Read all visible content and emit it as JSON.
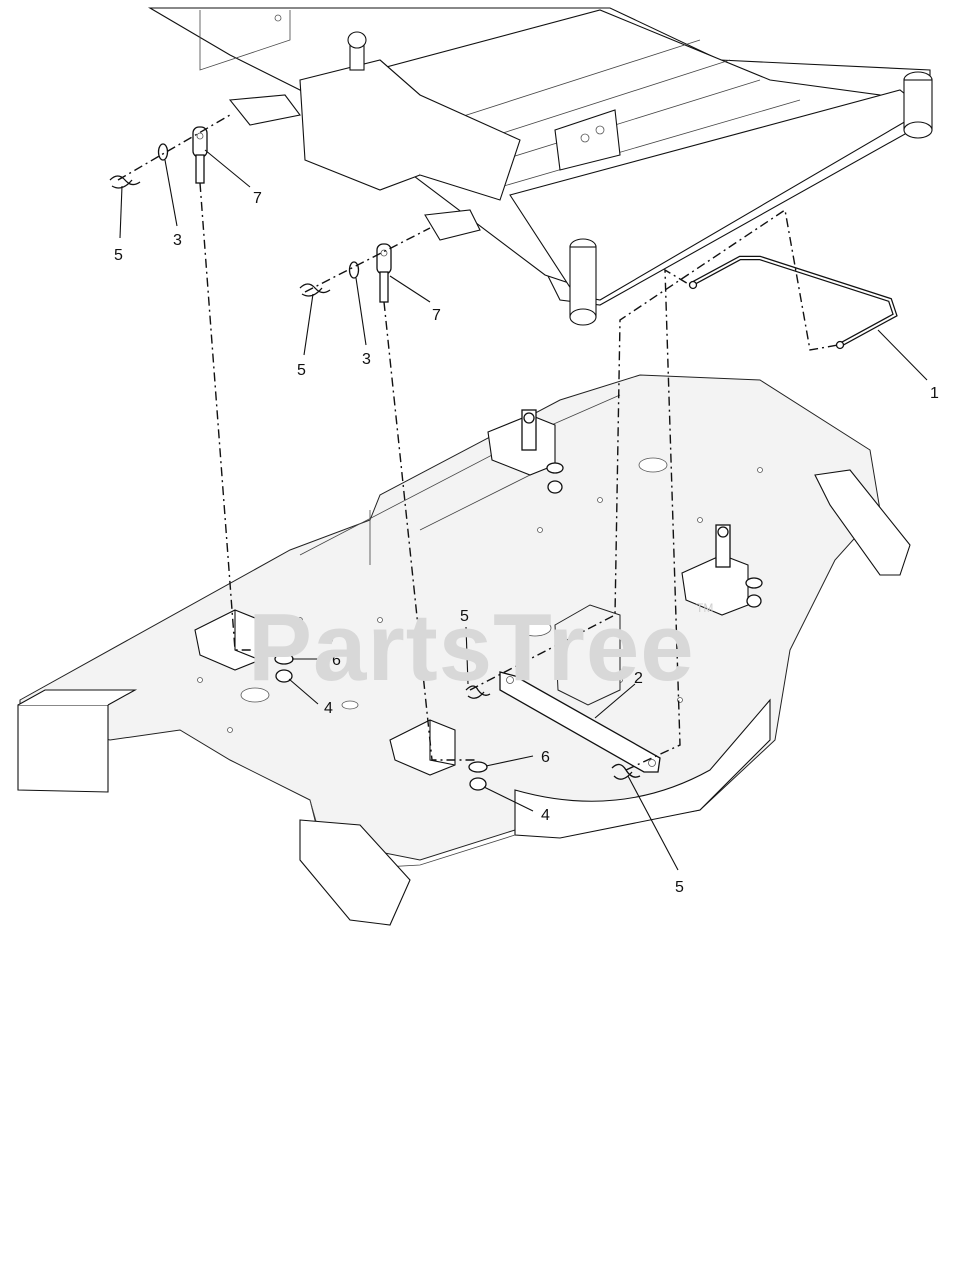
{
  "watermark": {
    "brand": "PartsTree",
    "trademark": "TM"
  },
  "callouts": [
    {
      "id": "1",
      "part": "lift-handle"
    },
    {
      "id": "2",
      "part": "deck-link-bar"
    },
    {
      "id": "3",
      "part": "washer"
    },
    {
      "id": "4",
      "part": "flange-nut"
    },
    {
      "id": "5",
      "part": "hair-pin-clip"
    },
    {
      "id": "6",
      "part": "washer-spacer"
    },
    {
      "id": "7",
      "part": "clevis-pin"
    }
  ]
}
